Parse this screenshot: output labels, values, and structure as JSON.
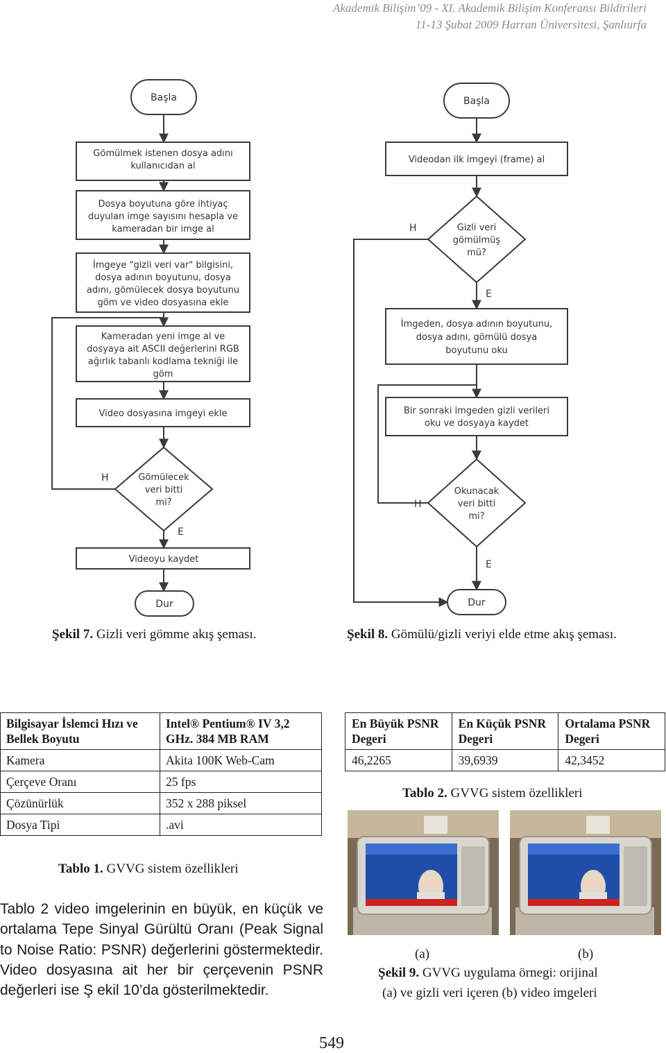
{
  "header": {
    "line1": "Akademik Bilişim’09 - XI. Akademik Bilişim Konferansı Bildirileri",
    "line2": "11-13 Şubat 2009 Harran Üniversitesi, Şanlıurfa"
  },
  "figure7": {
    "start": "Başla",
    "step1": [
      "Gömülmek istenen dosya adını",
      "kullanıcıdan al"
    ],
    "step2": [
      "Dosya boyutuna göre ihtiyaç",
      "duyulan imge sayısını hesapla ve",
      "kameradan bir imge al"
    ],
    "step3": [
      "İmgeye \"gizli veri var\" bilgisini,",
      "dosya adının boyutunu, dosya",
      "adını, gömülecek dosya boyutunu",
      "göm ve video dosyasına ekle"
    ],
    "step4": [
      "Kameradan yeni imge al ve",
      "dosyaya ait ASCII değerlerini RGB",
      "ağırlık tabanlı kodlama tekniği ile",
      "göm"
    ],
    "step5": "Video dosyasına imgeyi ekle",
    "decision": [
      "Gömülecek",
      "veri bitti",
      "mi?"
    ],
    "no": "H",
    "yes": "E",
    "step6": "Videoyu kaydet",
    "end": "Dur",
    "caption_label": "Şekil 7.",
    "caption_text": " Gizli veri gömme akış şeması."
  },
  "figure8": {
    "start": "Başla",
    "step1": "Videodan ilk imgeyi (frame) al",
    "decision1": [
      "Gizli veri",
      "gömülmüş",
      "mü?"
    ],
    "no1": "H",
    "yes1": "E",
    "step2": [
      "İmgeden, dosya adının boyutunu,",
      "dosya adını, gömülü dosya",
      "boyutunu oku"
    ],
    "step3": [
      "Bir sonraki imgeden gizli verileri",
      "oku ve dosyaya kaydet"
    ],
    "decision2": [
      "Okunacak",
      "veri bitti",
      "mi?"
    ],
    "no2": "H",
    "yes2": "E",
    "end": "Dur",
    "caption_label": "Şekil 8.",
    "caption_text": " Gömülü/gizli veriyi elde etme akış şeması."
  },
  "table1": {
    "rows": [
      {
        "label": "Bilgisayar İslemci Hızı ve Bellek Boyutu",
        "value": "Intel® Pentium® IV 3,2 GHz. 384 MB RAM"
      },
      {
        "label": "Kamera",
        "value": "Akita 100K Web-Cam"
      },
      {
        "label": "Çerçeve Oranı",
        "value": "25 fps"
      },
      {
        "label": "Çözünürlük",
        "value": "352 x 288 piksel"
      },
      {
        "label": "Dosya Tipi",
        "value": ".avi"
      }
    ],
    "caption_label": "Tablo 1.",
    "caption_text": " GVVG sistem özellikleri"
  },
  "table2": {
    "headers": [
      "En Büyük PSNR Degeri",
      "En Küçük PSNR Degeri",
      "Ortalama PSNR Degeri"
    ],
    "values": [
      "46,2265",
      "39,6939",
      "42,3452"
    ],
    "caption_label": "Tablo 2.",
    "caption_text": " GVVG sistem özellikleri"
  },
  "paragraph": "Tablo 2 video imgelerinin en büyük, en küçük ve ortalama Tepe Sinyal Gürültü Oranı (Peak Signal to Noise Ratio: PSNR) değerlerini göstermektedir. Video dosyasına ait her bir çerçevenin PSNR değerleri ise Ş ekil 10’da gösterilmektedir.",
  "figure9": {
    "label_a": "(a)",
    "label_b": "(b)",
    "caption_label": "Şekil 9.",
    "caption_line1": " GVVG uygulama örnegi: orijinal",
    "caption_line2": "(a) ve gizli veri içeren (b) video imgeleri"
  },
  "page_number": "549"
}
